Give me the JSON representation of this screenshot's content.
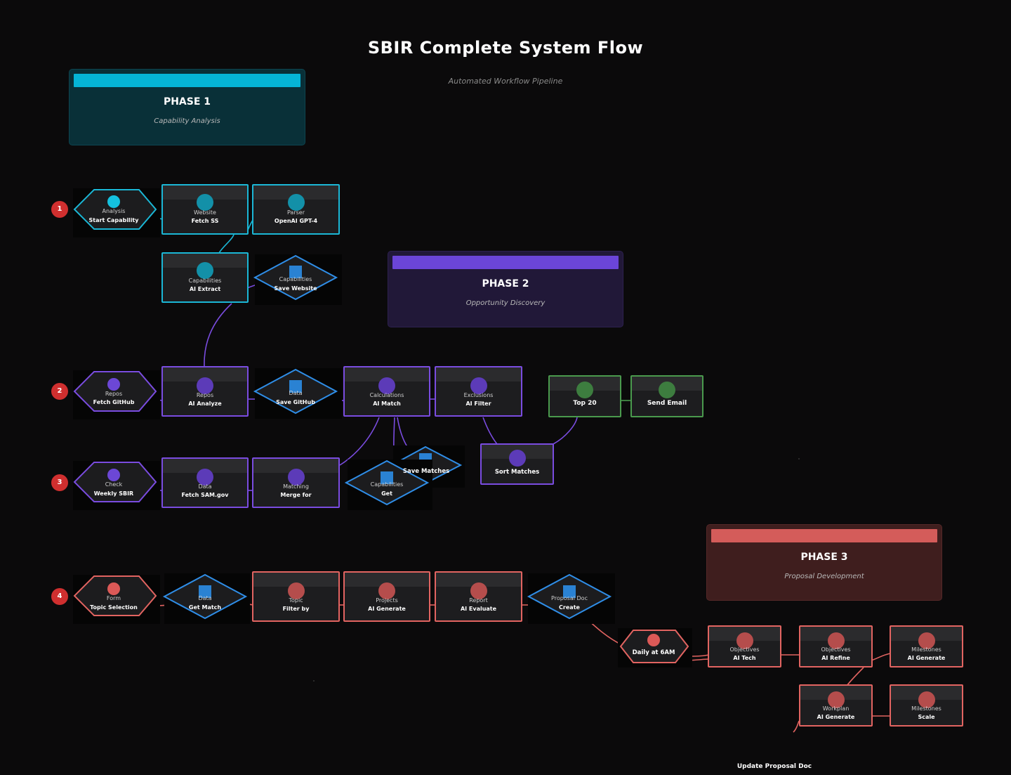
{
  "diagram": {
    "title": "SBIR Complete System Flow",
    "subtitle": "Automated Workflow Pipeline"
  },
  "colors": {
    "background": "#0b0a0b",
    "cyan": "#1bb7d6",
    "blue": "#2f8ee8",
    "purple": "#7a4ce0",
    "green": "#4a9a4d",
    "red": "#e26461",
    "lane_badge": "#d02f2f"
  },
  "phases": {
    "p1": {
      "title": "PHASE 1",
      "subtitle": "Capability Analysis"
    },
    "p2": {
      "title": "PHASE 2",
      "subtitle": "Opportunity Discovery"
    },
    "p3": {
      "title": "PHASE 3",
      "subtitle": "Proposal Development"
    }
  },
  "lanes": [
    "1",
    "2",
    "3",
    "4"
  ],
  "nodes": {
    "start_capability": {
      "sub": "Analysis",
      "label": "Start Capability"
    },
    "fetch_ss": {
      "sub": "Website",
      "label": "Fetch SS"
    },
    "openai_gpt4": {
      "sub": "Parser",
      "label": "OpenAI GPT-4"
    },
    "ai_extract": {
      "sub": "Capabilities",
      "label": "AI Extract"
    },
    "save_website": {
      "sub": "Capabilities",
      "label": "Save Website"
    },
    "fetch_github": {
      "sub": "Repos",
      "label": "Fetch GitHub"
    },
    "ai_analyze": {
      "sub": "Repos",
      "label": "AI Analyze"
    },
    "save_github": {
      "sub": "Data",
      "label": "Save GitHub"
    },
    "ai_match": {
      "sub": "Calculations",
      "label": "AI Match"
    },
    "ai_filter": {
      "sub": "Exclusions",
      "label": "AI Filter"
    },
    "top_20": {
      "label": "Top 20"
    },
    "send_email": {
      "label": "Send Email"
    },
    "weekly_sbir": {
      "sub": "Check",
      "label": "Weekly SBIR"
    },
    "fetch_sam": {
      "sub": "Data",
      "label": "Fetch SAM.gov"
    },
    "merge_for": {
      "sub": "Matching",
      "label": "Merge for"
    },
    "get_capabilities": {
      "sub": "Capabilities",
      "label": "Get"
    },
    "save_matches": {
      "label": "Save Matches"
    },
    "sort_matches": {
      "label": "Sort Matches"
    },
    "topic_selection": {
      "sub": "Form",
      "label": "Topic Selection"
    },
    "get_match": {
      "sub": "Data",
      "label": "Get Match"
    },
    "filter_by": {
      "sub": "Topic",
      "label": "Filter by"
    },
    "ai_generate_projects": {
      "sub": "Projects",
      "label": "AI Generate"
    },
    "ai_evaluate": {
      "sub": "Report",
      "label": "AI Evaluate"
    },
    "create_doc": {
      "sub": "Proposal Doc",
      "label": "Create"
    },
    "daily_6am": {
      "label": "Daily at 6AM"
    },
    "ai_tech": {
      "sub": "Objectives",
      "label": "AI Tech"
    },
    "ai_refine": {
      "sub": "Objectives",
      "label": "AI Refine"
    },
    "ai_generate_milestones": {
      "sub": "Milestones",
      "label": "AI Generate"
    },
    "ai_generate_workplan": {
      "sub": "Workplan",
      "label": "AI Generate"
    },
    "scale": {
      "sub": "Milestones",
      "label": "Scale"
    }
  },
  "footer_label": "Update Proposal Doc"
}
